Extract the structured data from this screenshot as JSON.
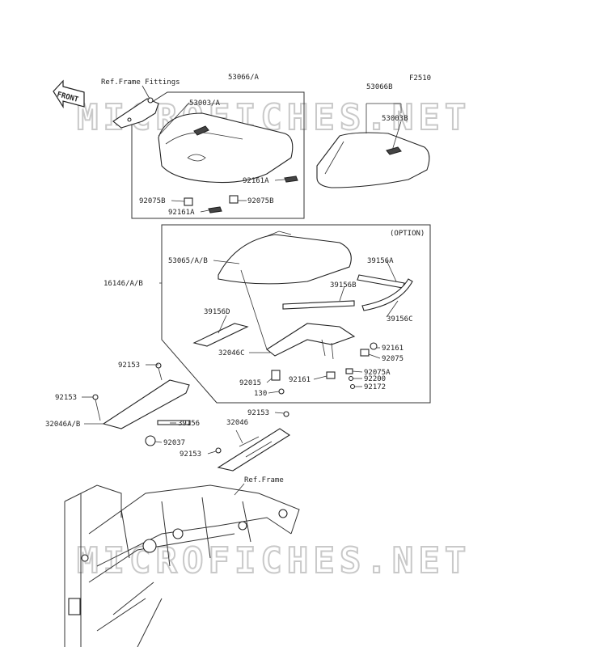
{
  "figure_code": "F2510",
  "watermark_text": "MICROFICHES.NET",
  "front_arrow_label": "FRONT",
  "option_label": "(OPTION)",
  "callouts": {
    "ref_frame_fittings": "Ref.Frame Fittings",
    "p53066_a": "53066/A",
    "p53003_a": "53003/A",
    "p53066b": "53066B",
    "p53003b": "53003B",
    "p92161a_1": "92161A",
    "p92075b_1": "92075B",
    "p92075b_2": "92075B",
    "p92161a_2": "92161A",
    "p53065_a_b": "53065/A/B",
    "p39156a": "39156A",
    "p16146_a_b": "16146/A/B",
    "p39156b": "39156B",
    "p39156d": "39156D",
    "p39156c": "39156C",
    "p32046c": "32046C",
    "p92161_1": "92161",
    "p92075": "92075",
    "p92153_1": "92153",
    "p92015": "92015",
    "p92161_2": "92161",
    "p92075a": "92075A",
    "p92200": "92200",
    "p92172": "92172",
    "p130": "130",
    "p92153_2": "92153",
    "p32046_a_b": "32046A/B",
    "p39156": "39156",
    "p32046": "32046",
    "p92153_3": "92153",
    "p92037": "92037",
    "p92153_4": "92153",
    "ref_frame": "Ref.Frame"
  }
}
